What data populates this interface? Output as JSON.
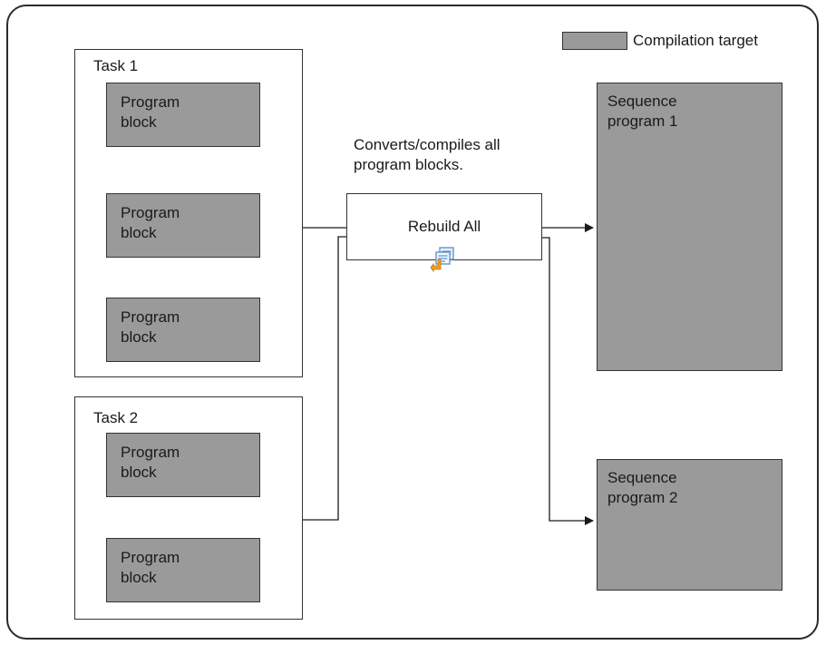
{
  "legend": {
    "label": "Compilation target",
    "color": "#9a9a9a"
  },
  "tasks": [
    {
      "label": "Task 1",
      "blocks": [
        "Program\nblock",
        "Program\nblock",
        "Program\nblock"
      ]
    },
    {
      "label": "Task 2",
      "blocks": [
        "Program\nblock",
        "Program\nblock"
      ]
    }
  ],
  "process": {
    "note_line1": "Converts/compiles all",
    "note_line2": "program blocks.",
    "label": "Rebuild All",
    "icon": "rebuild-all-icon"
  },
  "outputs": [
    {
      "label": "Sequence\nprogram 1"
    },
    {
      "label": "Sequence\nprogram 2"
    }
  ],
  "colors": {
    "block_fill": "#9a9a9a",
    "line": "#1a1a1a",
    "icon_orange": "#f0a020",
    "icon_blue": "#5a8ec8"
  }
}
